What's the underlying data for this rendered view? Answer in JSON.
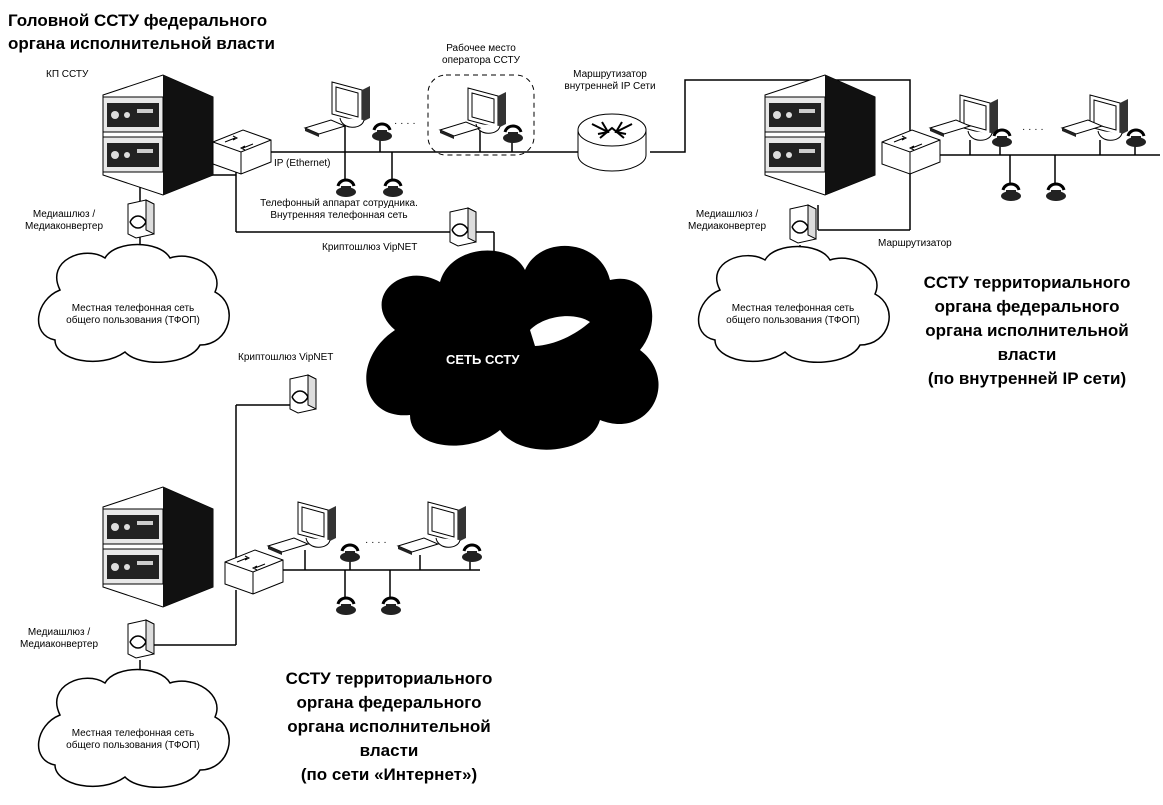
{
  "head_title": [
    "Головной ССТУ федерального",
    "органа исполнительной власти"
  ],
  "labels": {
    "kp_sstu": "КП ССТУ",
    "operator_workplace": [
      "Рабочее место",
      "оператора ССТУ"
    ],
    "router_internal": [
      "Маршрутизатор",
      "внутренней IP Сети"
    ],
    "ip_ethernet": "IP (Ethernet)",
    "employee_phone": [
      "Телефонный аппарат сотрудника.",
      "Внутренняя телефонная сеть"
    ],
    "media_gateway": [
      "Медиашлюз /",
      "Медиаконвертер"
    ],
    "crypto_gateway": "Криптошлюз VipNET",
    "router": "Маршрутизатор",
    "pstn": [
      "Местная телефонная сеть",
      "общего пользования (ТФОП)"
    ],
    "network_sstu": "СЕТЬ ССТУ",
    "dots": "· · · ·"
  },
  "territorial_ip": [
    "ССТУ территориального",
    "органа федерального",
    "органа исполнительной",
    "власти",
    "(по внутренней IP сети)"
  ],
  "territorial_internet": [
    "ССТУ территориального",
    "органа федерального",
    "органа исполнительной",
    "власти",
    "(по сети «Интернет»)"
  ],
  "colors": {
    "line": "#000000",
    "cloud": "#000000",
    "background": "#ffffff",
    "device_dark": "#111111",
    "device_light": "#d8d8d8"
  }
}
